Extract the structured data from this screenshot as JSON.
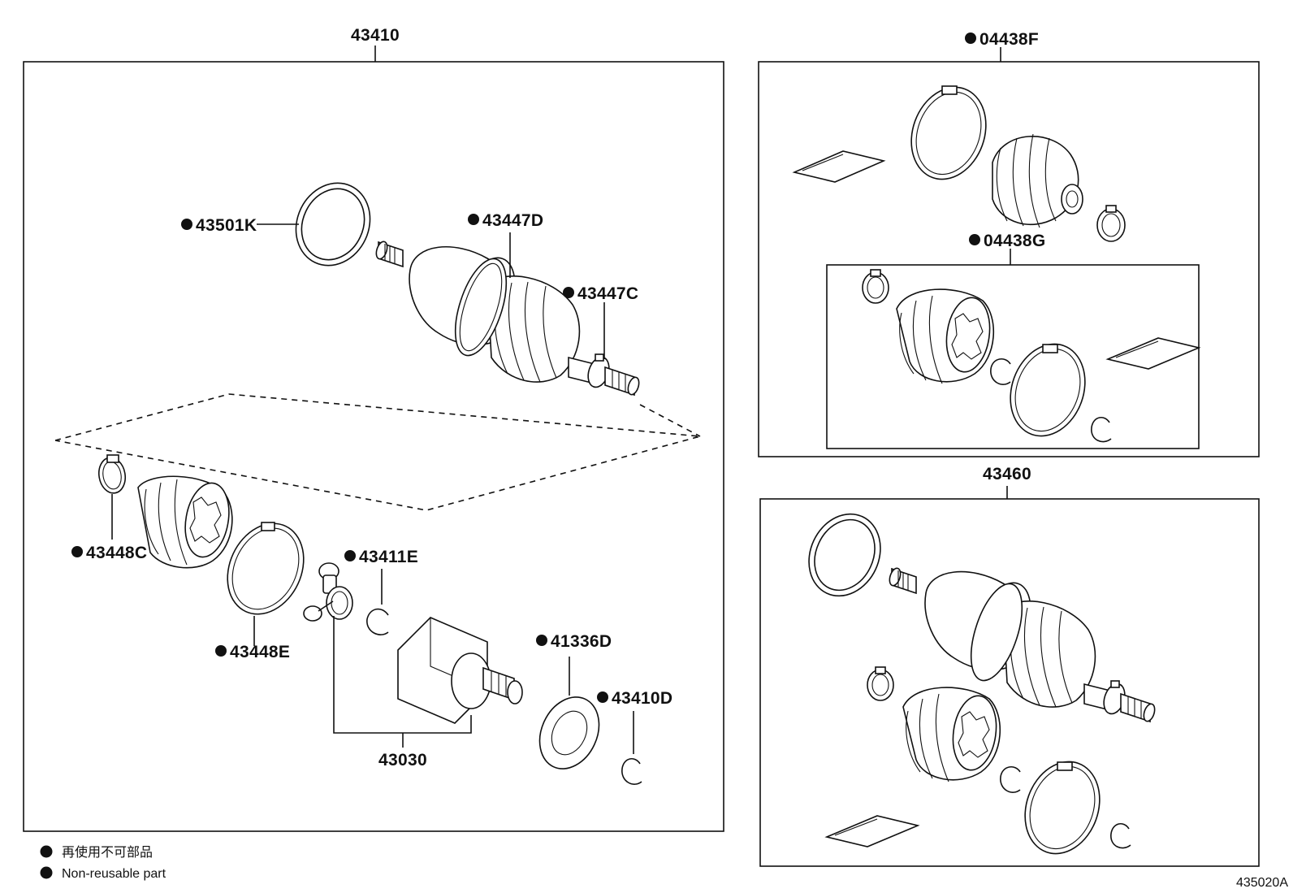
{
  "groups": {
    "drive_shaft": "43410",
    "boot_kit_outboard": "04438F",
    "boot_kit_inboard": "04438G",
    "drive_shaft_alt": "43460"
  },
  "labels": {
    "p43501K": "43501K",
    "p43447D": "43447D",
    "p43447C": "43447C",
    "p43448C": "43448C",
    "p43411E": "43411E",
    "p43448E": "43448E",
    "p41336D": "41336D",
    "p43410D": "43410D",
    "p43030": "43030"
  },
  "legend": {
    "line_jp": "再使用不可部品",
    "line_en": "Non-reusable part"
  },
  "figure_code": "435020A"
}
